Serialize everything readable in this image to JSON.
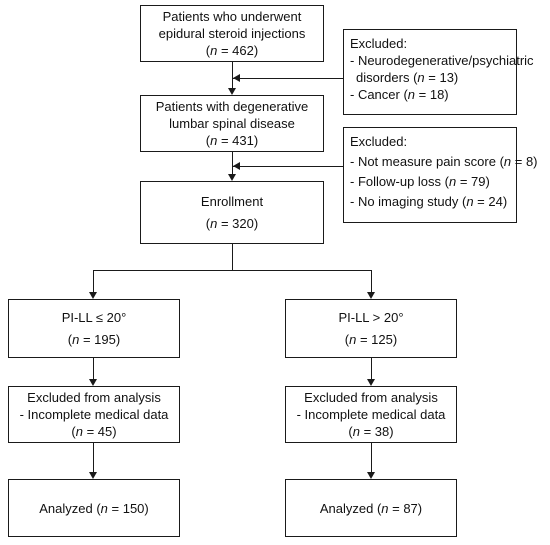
{
  "nodes": {
    "start": {
      "line1": "Patients who underwent",
      "line2": "epidural steroid injections",
      "n_pre": "(",
      "n_var": "n",
      "n_post": " = 462)"
    },
    "excl1": {
      "header": "Excluded:",
      "rows": [
        {
          "pre": "- Neurodegenerative/psychiatric",
          "var": "",
          "post": ""
        },
        {
          "pre": "  disorders (",
          "var": "n",
          "post": " = 13)"
        },
        {
          "pre": "- Cancer (",
          "var": "n",
          "post": " = 18)"
        }
      ]
    },
    "degen": {
      "line1": "Patients with degenerative",
      "line2": "lumbar spinal disease",
      "n_pre": "(",
      "n_var": "n",
      "n_post": " = 431)"
    },
    "excl2": {
      "header": "Excluded:",
      "rows": [
        {
          "pre": "- Not measure pain score (",
          "var": "n",
          "post": " = 8)"
        },
        {
          "pre": "- Follow-up loss (",
          "var": "n",
          "post": " = 79)"
        },
        {
          "pre": "- No imaging study (",
          "var": "n",
          "post": " = 24)"
        }
      ]
    },
    "enroll": {
      "line1": "Enrollment",
      "n_pre": "(",
      "n_var": "n",
      "n_post": " = 320)"
    },
    "left_group": {
      "line1": "PI-LL ≤ 20°",
      "n_pre": "(",
      "n_var": "n",
      "n_post": " = 195)"
    },
    "right_group": {
      "line1": "PI-LL > 20°",
      "n_pre": "(",
      "n_var": "n",
      "n_post": " = 125)"
    },
    "left_excl": {
      "line1": "Excluded from analysis",
      "line2": "- Incomplete medical data",
      "n_pre": "(",
      "n_var": "n",
      "n_post": " = 45)"
    },
    "right_excl": {
      "line1": "Excluded from analysis",
      "line2": "- Incomplete medical data",
      "n_pre": "(",
      "n_var": "n",
      "n_post": " = 38)"
    },
    "left_analyzed": {
      "pre": "Analyzed (",
      "n_var": "n",
      "post": " = 150)"
    },
    "right_analyzed": {
      "pre": "Analyzed (",
      "n_var": "n",
      "post": " = 87)"
    }
  }
}
